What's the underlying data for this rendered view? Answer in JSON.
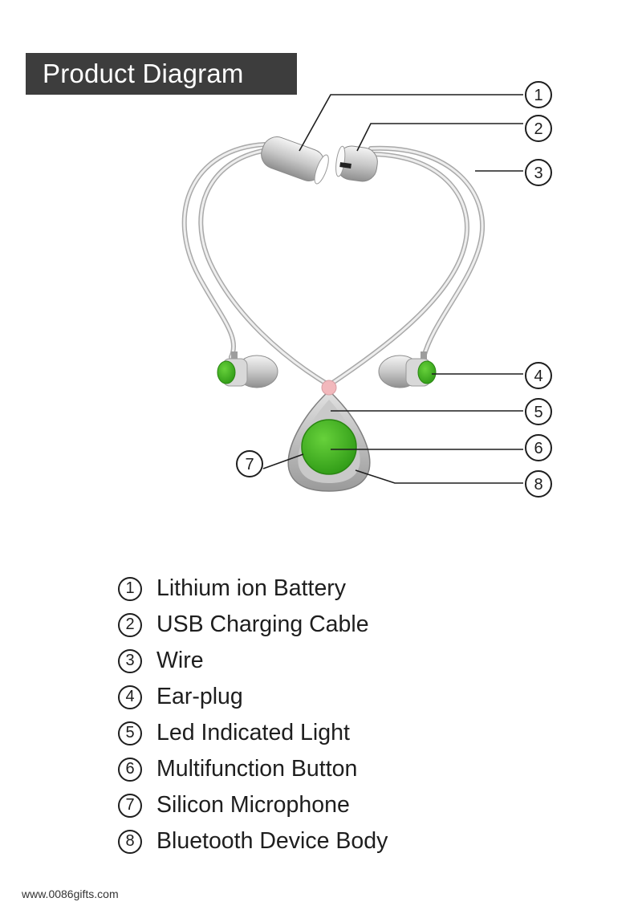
{
  "title": "Product Diagram",
  "callouts": [
    "1",
    "2",
    "3",
    "4",
    "5",
    "6",
    "7",
    "8"
  ],
  "legend": [
    {
      "num": "1",
      "label": "Lithium ion Battery"
    },
    {
      "num": "2",
      "label": "USB Charging Cable"
    },
    {
      "num": "3",
      "label": "Wire"
    },
    {
      "num": "4",
      "label": "Ear-plug"
    },
    {
      "num": "5",
      "label": "Led Indicated Light"
    },
    {
      "num": "6",
      "label": "Multifunction Button"
    },
    {
      "num": "7",
      "label": "Silicon Microphone"
    },
    {
      "num": "8",
      "label": "Bluetooth Device Body"
    }
  ],
  "footer": "www.0086gifts.com",
  "colors": {
    "accent_green": "#4bbd23",
    "body_gray": "#bcbcbc",
    "led_pink": "#f2b8bc",
    "title_bg": "#3d3d3d"
  }
}
